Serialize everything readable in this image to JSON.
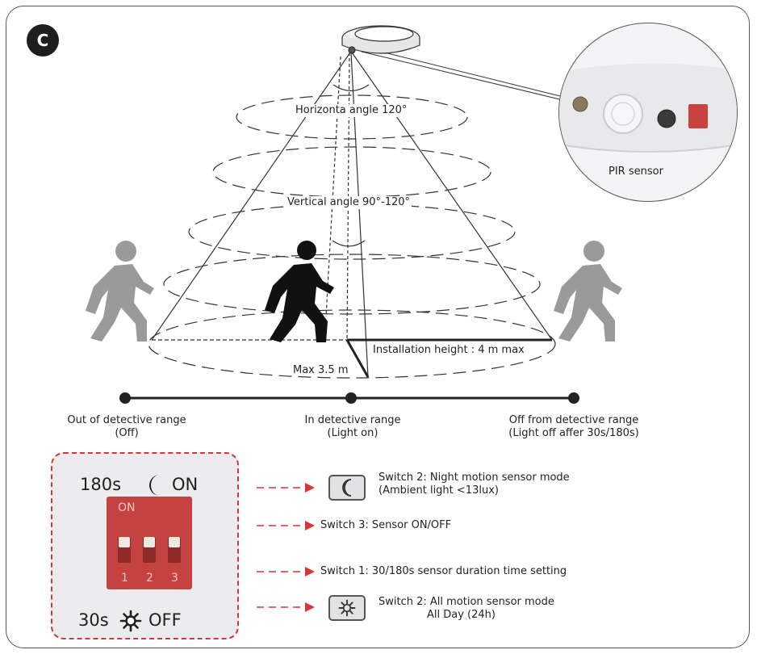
{
  "badge": "C",
  "angles": {
    "horizontal": "Horizonta angle 120°",
    "vertical": "Vertical angle 90°-120°"
  },
  "pir_label": "PIR sensor",
  "installation_height": "Installation height : 4 m max",
  "max_radius": "Max 3.5 m",
  "ranges": [
    {
      "line1": "Out of detective range",
      "line2": "(Off)"
    },
    {
      "line1": "In detective range",
      "line2": "(Light on)"
    },
    {
      "line1": "Off from detective range",
      "line2": "(Light off affer 30s/180s)"
    }
  ],
  "dip": {
    "top_time": "180s",
    "top_state": "ON",
    "bottom_time": "30s",
    "bottom_state": "OFF",
    "on_label": "ON",
    "numbers": [
      "1",
      "2",
      "3"
    ]
  },
  "switches": [
    {
      "line1": "Switch 2: Night motion sensor mode",
      "line2": "(Ambient light <13lux)",
      "icon": "moon-icon"
    },
    {
      "line1": "Switch 3: Sensor ON/OFF"
    },
    {
      "line1": "Switch 1: 30/180s sensor duration time setting"
    },
    {
      "line1": "Switch 2: All motion sensor mode",
      "line2": "All Day (24h)",
      "icon": "sun-icon"
    }
  ],
  "colors": {
    "accent_red": "#d8343a",
    "figure_gray": "#9a9a9a",
    "figure_black": "#111111",
    "dip_red": "#c4423f"
  }
}
